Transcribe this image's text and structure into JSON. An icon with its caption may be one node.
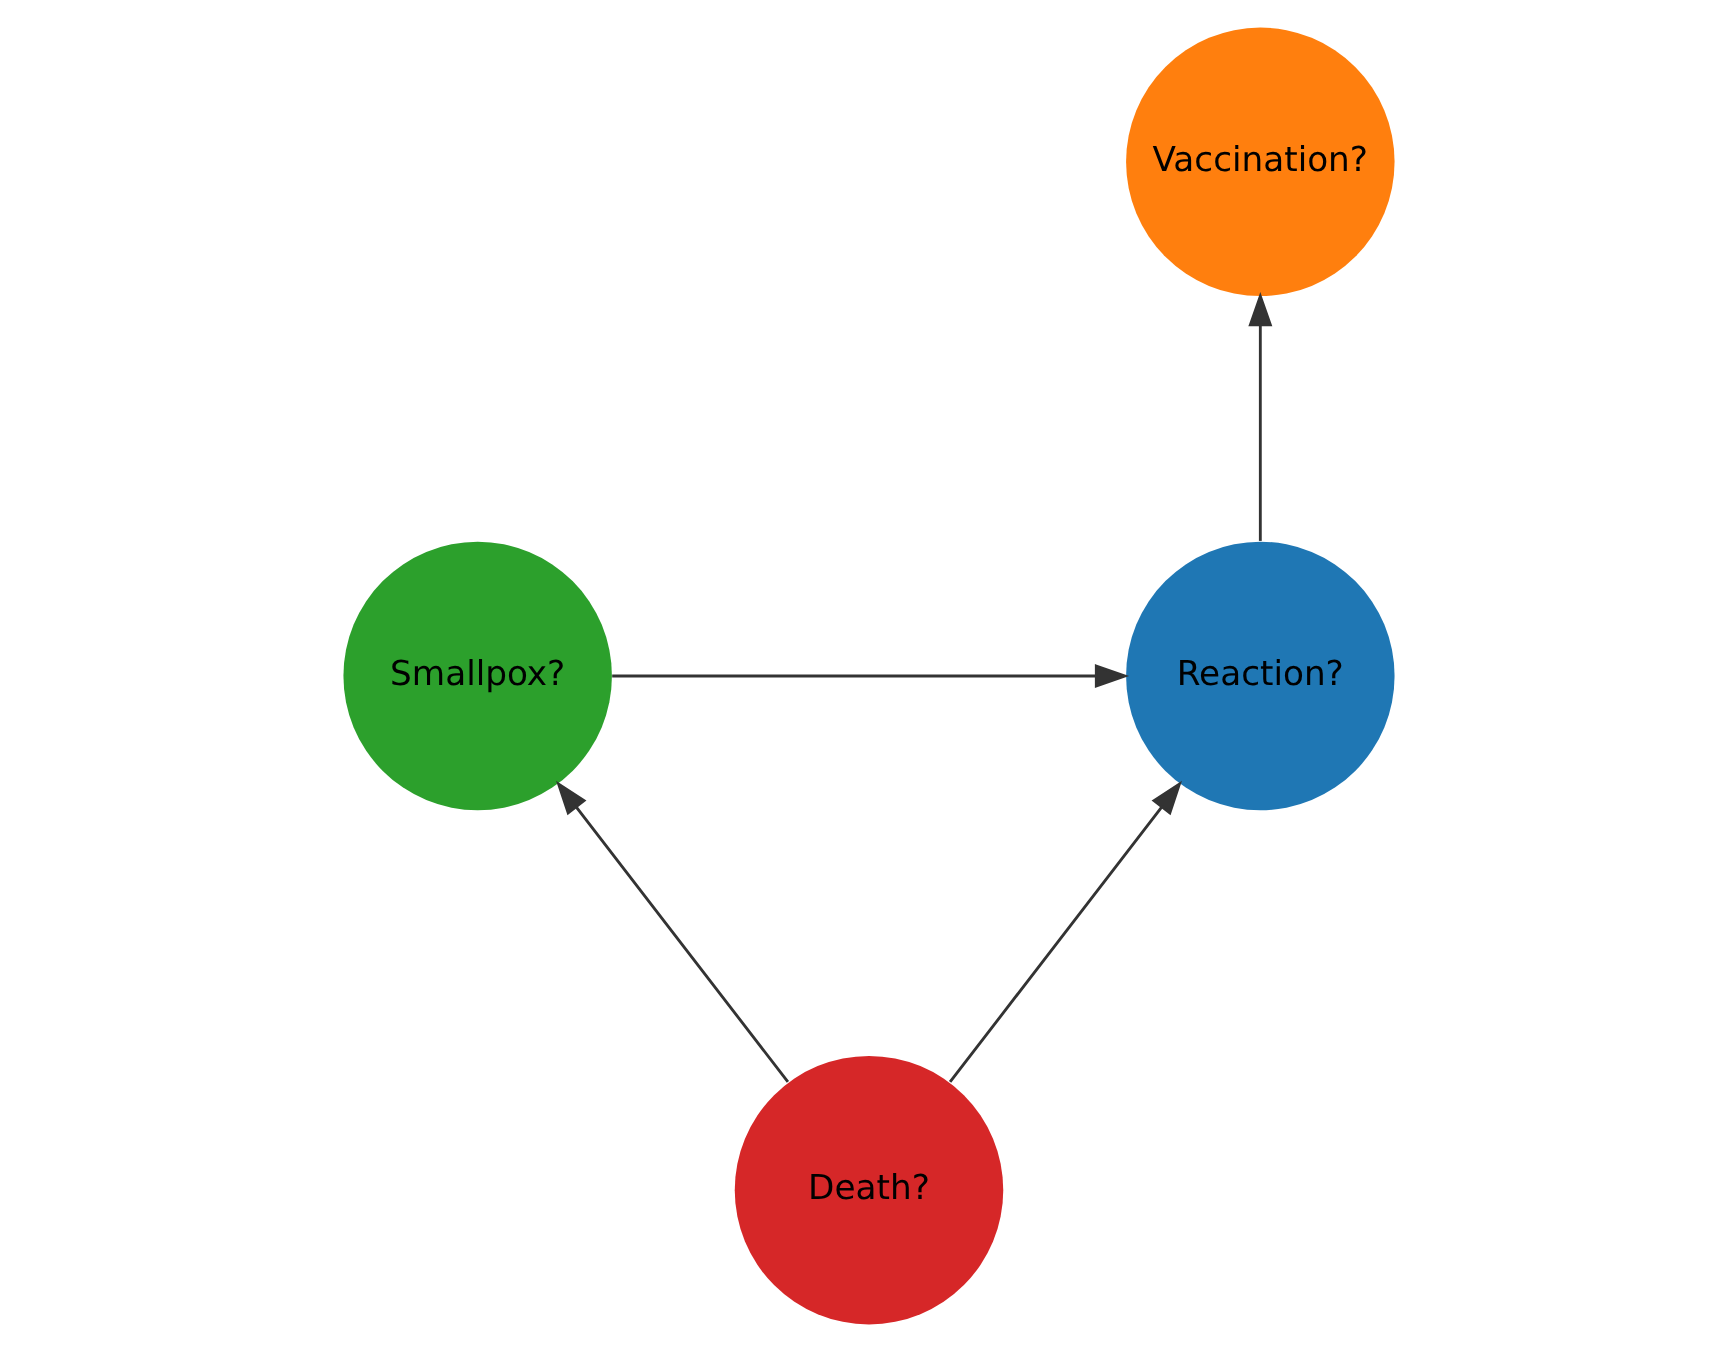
{
  "diagram": {
    "nodes": [
      {
        "text": [
          "Vaccination?"
        ]
      },
      {
        "text": [
          "Reaction?"
        ]
      },
      {
        "text": [
          "Smallpox?"
        ]
      },
      {
        "text": [
          "Death?"
        ]
      }
    ],
    "edges": [
      {
        "from": 1,
        "to": 0,
        "arrow": "to"
      },
      {
        "from": 2,
        "to": 1,
        "arrow": "to"
      },
      {
        "from": 3,
        "to": 1,
        "arrow": "to"
      },
      {
        "from": 3,
        "to": 2,
        "arrow": "to"
      }
    ]
  }
}
